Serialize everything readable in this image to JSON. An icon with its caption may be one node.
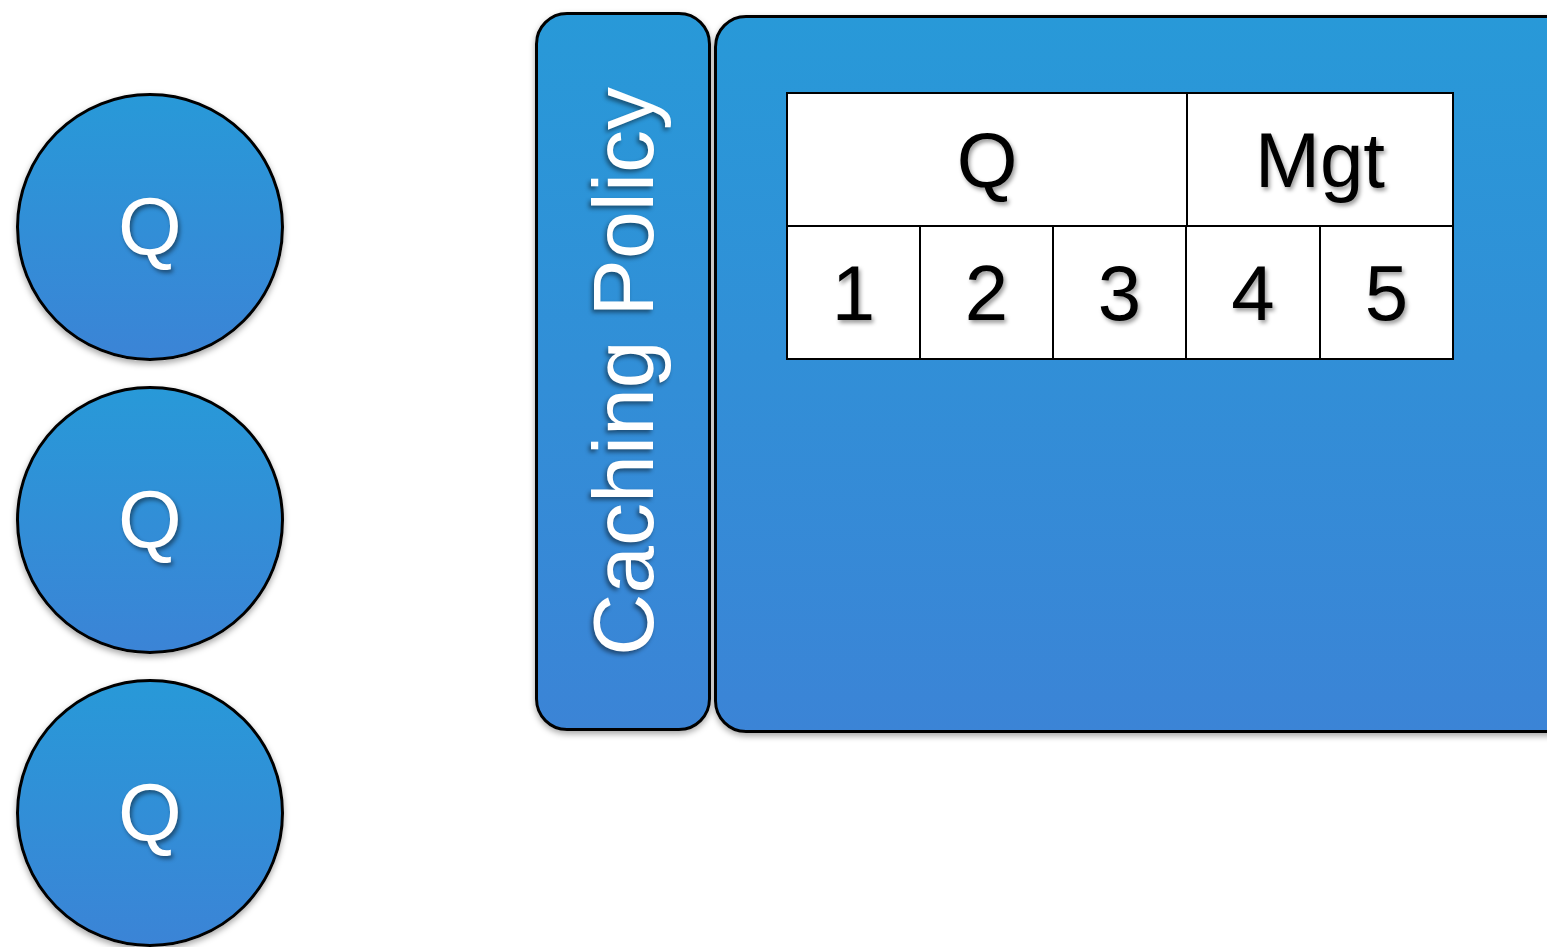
{
  "diagram": {
    "nodes": [
      {
        "text": [
          "Q"
        ]
      },
      {
        "text": [
          "Q"
        ]
      },
      {
        "text": [
          "Q"
        ]
      },
      {
        "text": [
          "Caching Policy"
        ]
      },
      {
        "text": [],
        "shape": "box"
      },
      {
        "text": [
          "Q"
        ],
        "in": 4
      },
      {
        "text": [
          "Mgt"
        ],
        "in": 4
      },
      {
        "text": [
          "1"
        ],
        "in": 4
      },
      {
        "text": [
          "2"
        ],
        "in": 4
      },
      {
        "text": [
          "3"
        ],
        "in": 4
      },
      {
        "text": [
          "4"
        ],
        "in": 4
      },
      {
        "text": [
          "5"
        ],
        "in": 4
      }
    ]
  }
}
